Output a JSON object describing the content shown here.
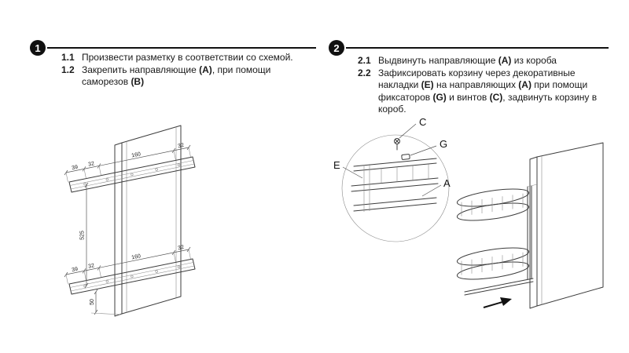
{
  "steps": {
    "step1": {
      "badge": "1",
      "items": [
        {
          "num": "1.1",
          "segments": [
            {
              "t": "Произвести разметку в соответствии со схемой.",
              "b": false
            }
          ]
        },
        {
          "num": "1.2",
          "segments": [
            {
              "t": "Закрепить направляющие ",
              "b": false
            },
            {
              "t": "(A)",
              "b": true
            },
            {
              "t": ", при помощи саморезов ",
              "b": false
            },
            {
              "t": "(B)",
              "b": true
            }
          ]
        }
      ],
      "diagram": {
        "dims_top": [
          "39",
          "32",
          "160",
          "32"
        ],
        "dims_bottom": [
          "39",
          "32",
          "160",
          "32"
        ],
        "dim_height": "525",
        "dim_offset": "50"
      }
    },
    "step2": {
      "badge": "2",
      "items": [
        {
          "num": "2.1",
          "segments": [
            {
              "t": "Выдвинуть направляющие ",
              "b": false
            },
            {
              "t": "(A)",
              "b": true
            },
            {
              "t": " из короба",
              "b": false
            }
          ]
        },
        {
          "num": "2.2",
          "segments": [
            {
              "t": "Зафиксировать корзину через декоративные накладки ",
              "b": false
            },
            {
              "t": "(E)",
              "b": true
            },
            {
              "t": " на направляющих ",
              "b": false
            },
            {
              "t": "(A)",
              "b": true
            },
            {
              "t": " при помощи фиксаторов ",
              "b": false
            },
            {
              "t": "(G)",
              "b": true
            },
            {
              "t": " и винтов ",
              "b": false
            },
            {
              "t": "(C)",
              "b": true
            },
            {
              "t": ", задвинуть корзину в короб.",
              "b": false
            }
          ]
        }
      ],
      "labels": {
        "c": "C",
        "g": "G",
        "e": "E",
        "a": "A"
      }
    }
  }
}
